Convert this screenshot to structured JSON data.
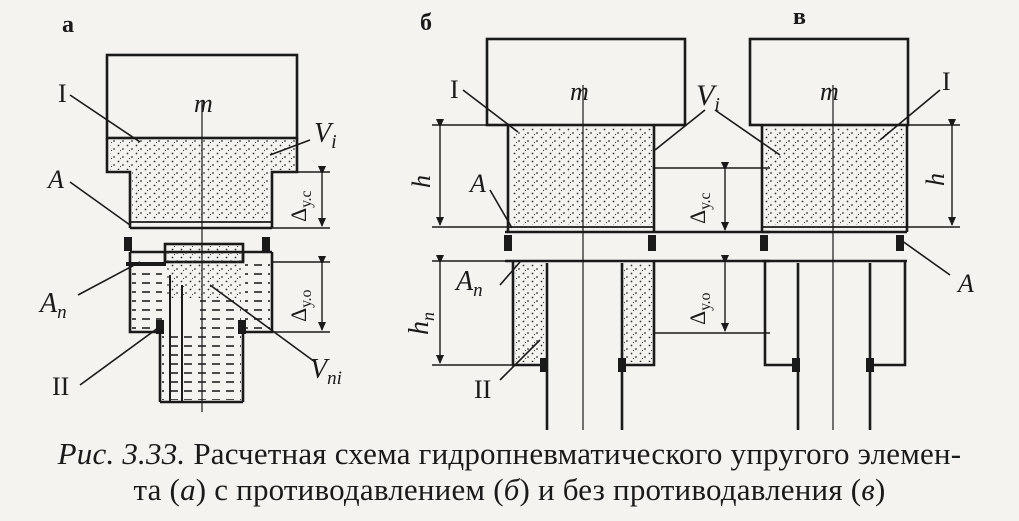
{
  "panels": {
    "a": {
      "letter": "а",
      "mass": "m",
      "gas_label": "I",
      "volume_label": "V",
      "volume_sub": "i",
      "seal_label": "A",
      "aux_seal_label": "A",
      "aux_seal_sub": "п",
      "aux_label": "II",
      "aux_volume_label": "V",
      "aux_volume_sub": "пi",
      "delta_c": "Δ",
      "delta_c_sub": "у.с",
      "delta_o": "Δ",
      "delta_o_sub": "у.о"
    },
    "b": {
      "letter": "б",
      "mass": "m",
      "gas_label": "I",
      "volume_label": "V",
      "volume_sub": "i",
      "h_label": "h",
      "seal_label": "A",
      "aux_seal_label": "A",
      "aux_seal_sub": "п",
      "hp_label": "h",
      "hp_sub": "п",
      "aux_label": "II",
      "delta_c": "Δ",
      "delta_c_sub": "у.с",
      "delta_o": "Δ",
      "delta_o_sub": "у.о"
    },
    "c": {
      "letter": "в",
      "mass": "m",
      "gas_label": "I",
      "h_label": "h",
      "seal_label": "A"
    }
  },
  "caption": {
    "prefix": "Рис. 3.33.",
    "line1_rest": "Расчетная схема гидропневматического упругого элемен-",
    "line2_a": "та (",
    "line2_a_ital": "а",
    "line2_b": ") с противодавлением (",
    "line2_b_ital": "б",
    "line2_c": ") и без противодавления (",
    "line2_c_ital": "в",
    "line2_d": ")"
  }
}
